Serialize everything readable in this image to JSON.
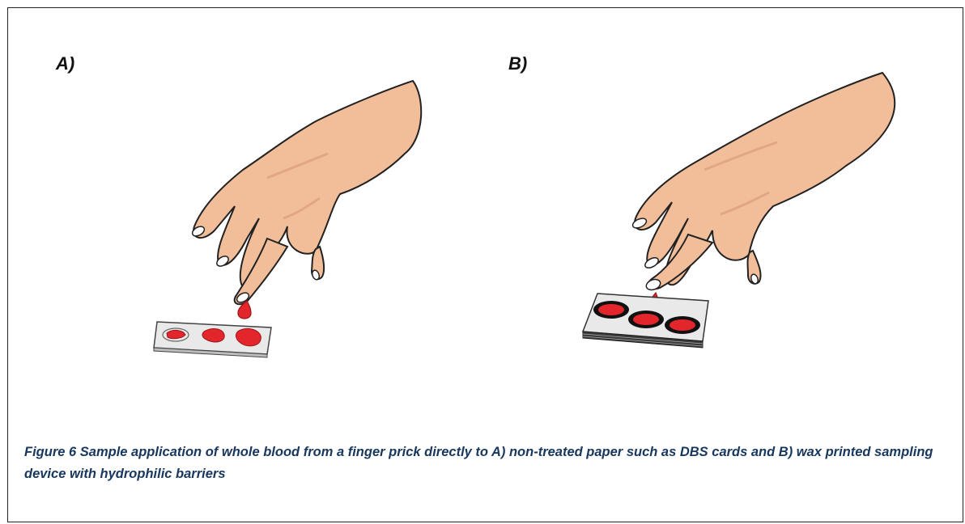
{
  "figure": {
    "panel_a_label": "A)",
    "panel_b_label": "B)",
    "caption": "Figure 6 Sample application of whole blood from a finger prick directly to A) non-treated paper such as DBS cards and B) wax printed sampling device with hydrophilic barriers"
  },
  "colors": {
    "skin": "#f2be9a",
    "skin_shadow": "#d99c78",
    "blood": "#e2262b",
    "blood_dark": "#9e1418",
    "card": "#e9e9e9"
  },
  "icons": [
    "hand-illustration",
    "blood-drop",
    "paper-card"
  ]
}
